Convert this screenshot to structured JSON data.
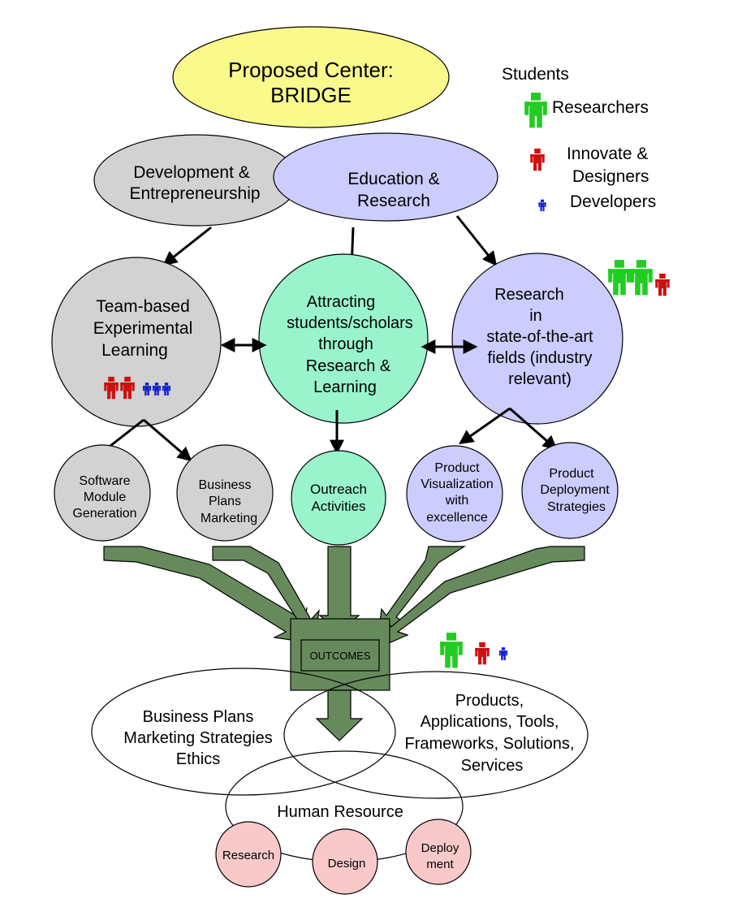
{
  "center": {
    "line1": "Proposed Center:",
    "line2": "BRIDGE"
  },
  "legend": {
    "title": "Students",
    "items": [
      {
        "label_lines": [
          "Researchers"
        ],
        "color": "#22cc22"
      },
      {
        "label_lines": [
          "Innovate &",
          "Designers"
        ],
        "color": "#cc1111"
      },
      {
        "label_lines": [
          "Developers"
        ],
        "color": "#1122cc"
      }
    ]
  },
  "pillars": {
    "dev": {
      "lines": [
        "Development &",
        "Entrepreneurship"
      ]
    },
    "edu": {
      "lines": [
        "Education &",
        "Research"
      ]
    }
  },
  "hubs": {
    "team": {
      "lines": [
        "Team-based",
        "Experimental",
        "Learning"
      ]
    },
    "attract": {
      "lines": [
        "Attracting",
        "students/scholars",
        "through",
        "Research &",
        "Learning"
      ]
    },
    "research": {
      "lines": [
        "Research",
        "in",
        "state-of-the-art",
        "fields (industry",
        "relevant)"
      ]
    }
  },
  "leaves": {
    "software": {
      "lines": [
        "Software",
        "Module",
        "Generation"
      ]
    },
    "business": {
      "lines": [
        "Business",
        "Plans",
        "Marketing"
      ]
    },
    "outreach": {
      "lines": [
        "Outreach",
        "Activities"
      ]
    },
    "visualization": {
      "lines": [
        "Product",
        "Visualization",
        "with",
        "excellence"
      ]
    },
    "deployment": {
      "lines": [
        "Product",
        "Deployment",
        "Strategies"
      ]
    }
  },
  "outcomes": {
    "label": "OUTCOMES"
  },
  "venn": {
    "left": {
      "lines": [
        "Business Plans",
        "Marketing Strategies",
        "Ethics"
      ]
    },
    "right": {
      "lines": [
        "Products,",
        "Applications, Tools,",
        "Frameworks, Solutions,",
        "Services"
      ]
    },
    "bottom": {
      "lines": [
        "Human Resource"
      ]
    }
  },
  "pink": {
    "research": "Research",
    "design": "Design",
    "deploy": {
      "lines": [
        "Deploy",
        "ment"
      ]
    }
  },
  "colors": {
    "yellow": "#fafa8c",
    "gray": "#d2d2d2",
    "lavender": "#ccccff",
    "mint": "#99f4cc",
    "olive": "#678a5c",
    "pink": "#f9c9c9",
    "researcher": "#22cc22",
    "designer": "#cc1111",
    "developer": "#1122cc"
  }
}
